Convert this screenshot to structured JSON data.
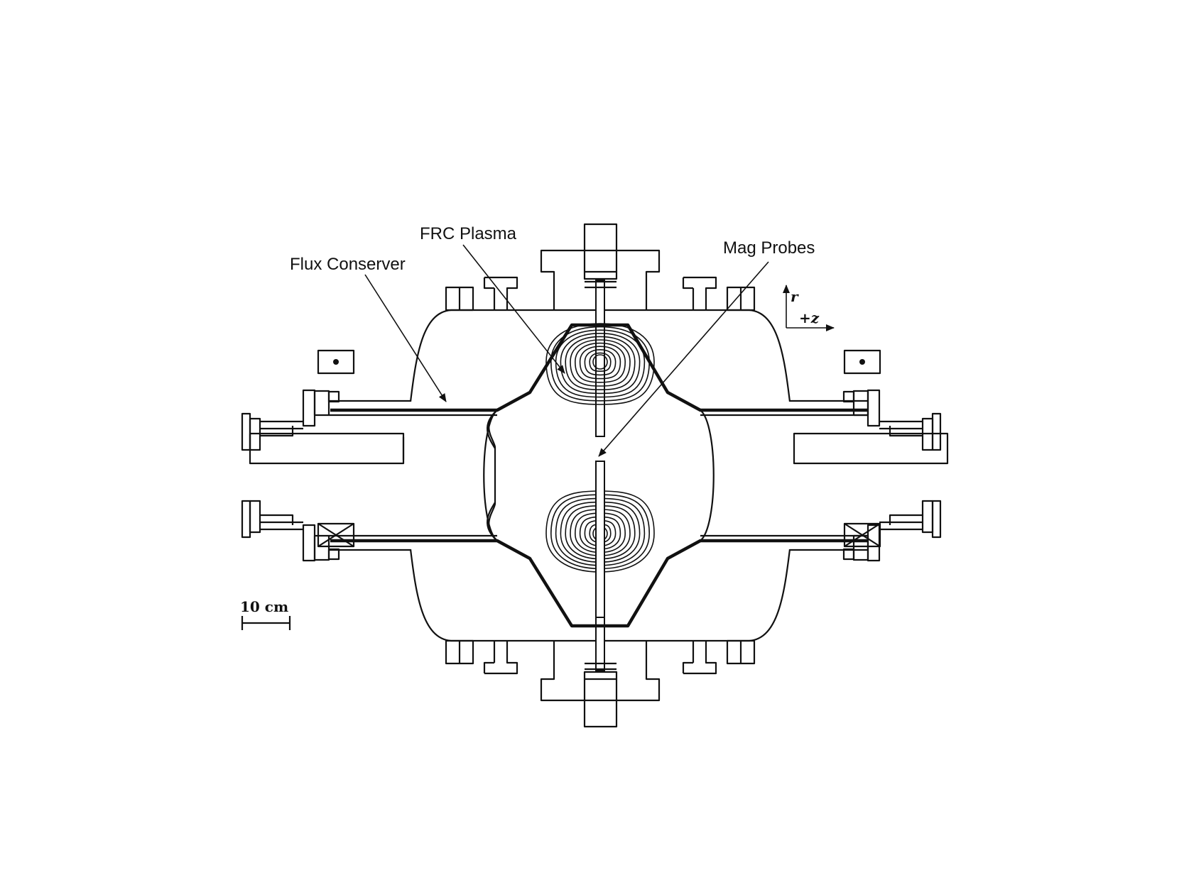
{
  "labels": {
    "flux_conserver": "Flux Conserver",
    "frc_plasma": "FRC Plasma",
    "mag_probes": "Mag Probes"
  },
  "axes": {
    "r": "r",
    "z": "+z"
  },
  "scale_bar": {
    "text": "10 cm"
  },
  "colors": {
    "ink": "#111111",
    "background": "#ffffff"
  }
}
